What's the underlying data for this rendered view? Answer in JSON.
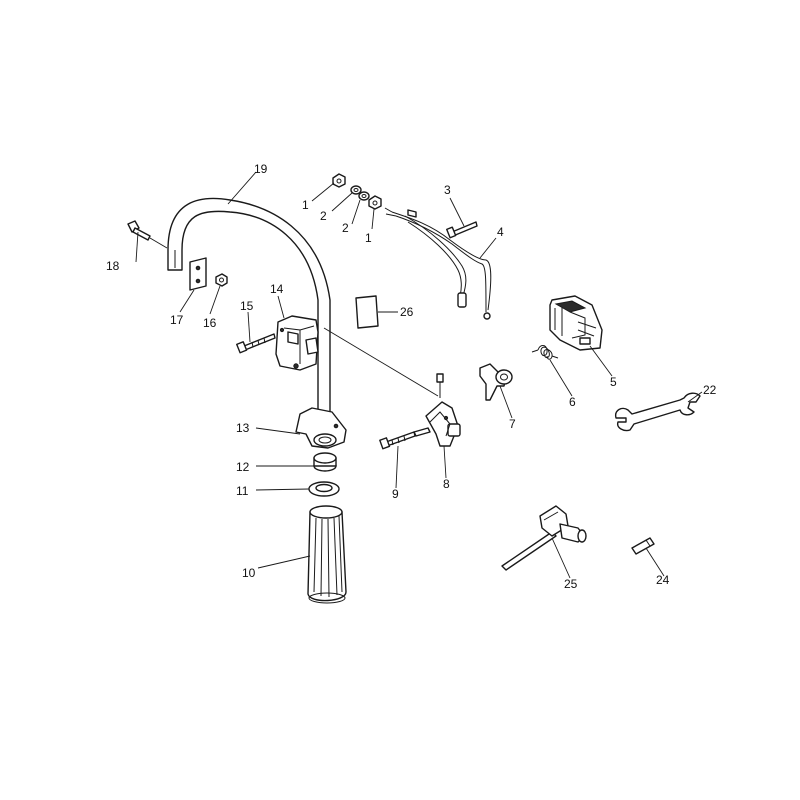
{
  "callouts": [
    {
      "id": "c1a",
      "text": "1"
    },
    {
      "id": "c2a",
      "text": "2"
    },
    {
      "id": "c2b",
      "text": "2"
    },
    {
      "id": "c1b",
      "text": "1"
    },
    {
      "id": "c3",
      "text": "3"
    },
    {
      "id": "c4",
      "text": "4"
    },
    {
      "id": "c5",
      "text": "5"
    },
    {
      "id": "c6",
      "text": "6"
    },
    {
      "id": "c7",
      "text": "7"
    },
    {
      "id": "c8",
      "text": "8"
    },
    {
      "id": "c9",
      "text": "9"
    },
    {
      "id": "c10",
      "text": "10"
    },
    {
      "id": "c11",
      "text": "11"
    },
    {
      "id": "c12",
      "text": "12"
    },
    {
      "id": "c13",
      "text": "13"
    },
    {
      "id": "c14",
      "text": "14"
    },
    {
      "id": "c15",
      "text": "15"
    },
    {
      "id": "c16",
      "text": "16"
    },
    {
      "id": "c17",
      "text": "17"
    },
    {
      "id": "c18",
      "text": "18"
    },
    {
      "id": "c19",
      "text": "19"
    },
    {
      "id": "c22",
      "text": "22"
    },
    {
      "id": "c24",
      "text": "24"
    },
    {
      "id": "c25",
      "text": "25"
    },
    {
      "id": "c26",
      "text": "26"
    }
  ]
}
